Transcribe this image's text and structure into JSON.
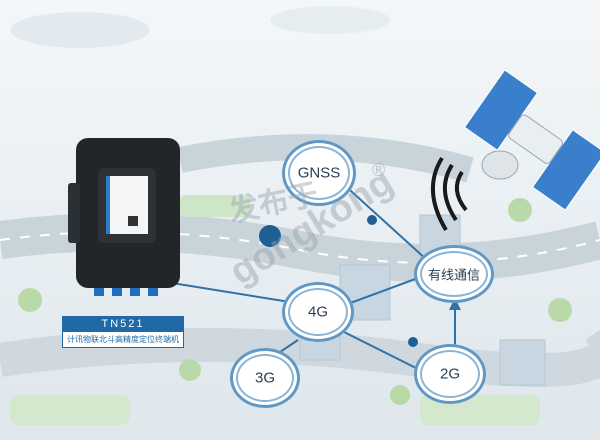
{
  "device": {
    "model": "TN521",
    "description": "计讯物联北斗高精度定位终端机"
  },
  "nodes": {
    "gnss": "GNSS",
    "wired": "有线通信",
    "fourg": "4G",
    "threeg": "3G",
    "twog": "2G"
  },
  "watermark": {
    "cn": "发布于",
    "en": "gongkong",
    "mark": "®"
  },
  "colors": {
    "link": "#2f72a8",
    "node_border": "#5f98c4",
    "caption_bg": "#1f6aa6"
  }
}
